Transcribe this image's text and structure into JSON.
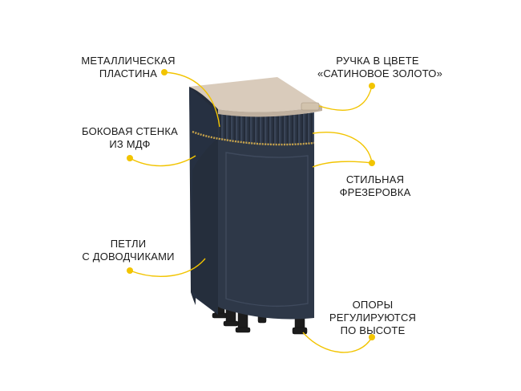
{
  "labels": {
    "metal_plate": [
      "МЕТАЛЛИЧЕСКАЯ",
      "ПЛАСТИНА"
    ],
    "side_wall": [
      "БОКОВАЯ СТЕНКА",
      "ИЗ МДФ"
    ],
    "hinges": [
      "ПЕТЛИ",
      "С ДОВОДЧИКАМИ"
    ],
    "handle": [
      "РУЧКА В ЦВЕТЕ",
      "«САТИНОВОЕ ЗОЛОТО»"
    ],
    "milling": [
      "СТИЛЬНАЯ",
      "ФРЕЗЕРОВКА"
    ],
    "legs": [
      "ОПОРЫ",
      "РЕГУЛИРУЮТСЯ",
      "ПО ВЫСОТЕ"
    ]
  },
  "colors": {
    "cabinet": "#2b3444",
    "cabinet_dark": "#1f2633",
    "cabinet_light": "#394456",
    "top": "#d9cbbb",
    "gold": "#f2c400",
    "handle": "#d2c3ad",
    "legs": "#1c1c1c"
  }
}
